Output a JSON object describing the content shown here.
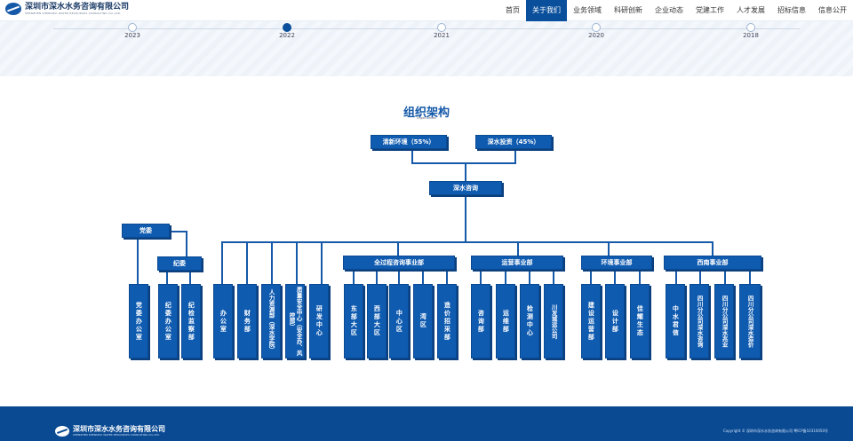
{
  "header": {
    "company_name": "深圳市深水水务咨询有限公司",
    "company_name_en": "SHENZHEN SHENSHUI WATER RESOURCES CONSULTING CO.,LTD.",
    "nav": [
      "首页",
      "关于我们",
      "业务领域",
      "科研创新",
      "企业动态",
      "党建工作",
      "人才发展",
      "招标信息",
      "信息公开"
    ],
    "active_nav": "关于我们"
  },
  "timeline": {
    "years": [
      "2023",
      "2022",
      "2021",
      "2020",
      "2018"
    ],
    "active_year": "2022"
  },
  "section": {
    "title": "组织架构",
    "subtitle": "Organization"
  },
  "org": {
    "shareholders": [
      "清新环境（55%）",
      "深水投资（45%）"
    ],
    "company": "深水咨询",
    "party_committee": "党委",
    "discipline_committee": "纪委",
    "party_committee_office": "党委办公室",
    "discipline_depts": [
      "纪委办公室",
      "纪检监察部"
    ],
    "functional_depts": [
      "办公室",
      "财务部",
      "人力资源部（深水学院）",
      "质量安全中心（安全办、风控部）",
      "研发中心"
    ],
    "groups": [
      {
        "name": "全过程咨询事业部",
        "children": [
          "东部大区",
          "西部大区",
          "中心区",
          "湾区",
          "造价招采部"
        ]
      },
      {
        "name": "运营事业部",
        "children": [
          "咨询部",
          "运维部",
          "检测中心",
          "川发城运公司"
        ]
      },
      {
        "name": "环境事业部",
        "children": [
          "建设运营部",
          "设计部",
          "佳耀生态"
        ]
      },
      {
        "name": "西南事业部",
        "children": [
          "中水君信",
          "四川分公司深水咨询",
          "四川分公司深水兆业",
          "四川分公司深水造价"
        ]
      }
    ]
  },
  "footer": {
    "company_name": "深圳市深水水务咨询有限公司",
    "company_name_en": "SHENZHEN SHENSHUI WATER RESOURCES CONSULTING CO.,LTD.",
    "copyright": "Copyright © 深圳市深水水务咨询有限公司 粤ICP备10310050号"
  },
  "colors": {
    "primary": "#0f5bb0",
    "footer": "#0a4a93",
    "title": "#1559a8"
  }
}
